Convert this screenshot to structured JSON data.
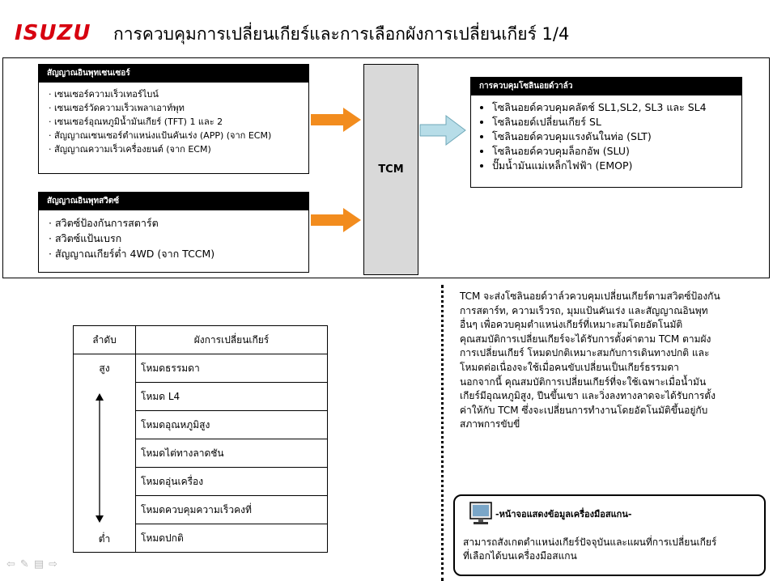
{
  "header": {
    "logo": "ISUZU",
    "title": "การควบคุมการเปลี่ยนเกียร์และการเลือกผังการเปลี่ยนเกียร์ 1/4"
  },
  "diagram": {
    "sensor_box": {
      "title": "สัญญาณอินพุทเซนเซอร์",
      "items": [
        "เซนเซอร์ความเร็วเทอร์ไบน์",
        "เซนเซอร์วัดความเร็วเพลาเอาท์พุท",
        "เซนเซอร์อุณหภูมิน้ำมันเกียร์ (TFT) 1 และ 2",
        "สัญญาณเซนเซอร์ตำแหน่งแป้นคันเร่ง (APP) (จาก ECM)",
        "สัญญาณความเร็วเครื่องยนต์ (จาก ECM)"
      ]
    },
    "switch_box": {
      "title": "สัญญาณอินพุทสวิตซ์",
      "items": [
        "สวิตซ์ป้องกันการสตาร์ต",
        "สวิตซ์แป้นเบรก",
        "สัญญาณเกียร์ต่ำ 4WD (จาก TCCM)"
      ]
    },
    "tcm_label": "TCM",
    "solenoid_box": {
      "title": "การควบคุมโซลินอยด์วาล์ว",
      "items": [
        "โซลินอยด์ควบคุมคลัตช์ SL1,SL2, SL3 และ SL4",
        "โซลินอยด์เปลี่ยนเกียร์ SL",
        "โซลินอยด์ควบคุมแรงดันในท่อ (SLT)",
        "โซลินอยด์ควบคุมล็อกอัพ (SLU)",
        "ปั๊มน้ำมันแม่เหล็กไฟฟ้า (EMOP)"
      ]
    },
    "colors": {
      "input_arrow": "#f28c1e",
      "output_arrow": "#b7dde8",
      "tcm_fill": "#d9d9d9"
    }
  },
  "shift_table": {
    "headers": [
      "ลำดับ",
      "ผังการเปลี่ยนเกียร์"
    ],
    "priority_high": "สูง",
    "priority_low": "ต่ำ",
    "rows": [
      "โหมดธรรมดา",
      "โหมด L4",
      "โหมดอุณหภูมิสูง",
      "โหมดไต่ทางลาดชัน",
      "โหมดอุ่นเครื่อง",
      "โหมดควบคุมความเร็วคงที่",
      "โหมดปกติ"
    ]
  },
  "description": {
    "lines": [
      "TCM จะส่งโซลินอยด์วาล์วควบคุมเปลี่ยนเกียร์ตามสวิตซ์ป้องกัน",
      "การสตาร์ท, ความเร็วรถ, มุมแป้นคันเร่ง และสัญญาณอินพุท",
      "อื่นๆ เพื่อควบคุมตำแหน่งเกียร์ที่เหมาะสมโดยอัตโนมัติ",
      "คุณสมบัติการเปลี่ยนเกียร์จะได้รับการตั้งค่าตาม TCM ตามผัง",
      "การเปลี่ยนเกียร์ โหมดปกติเหมาะสมกับการเดินทางปกติ และ",
      "โหมดต่อเนื่องจะใช้เมื่อคนขับเปลี่ยนเป็นเกียร์ธรรมดา",
      "นอกจากนี้ คุณสมบัติการเปลี่ยนเกียร์ที่จะใช้เฉพาะเมื่อน้ำมัน",
      "เกียร์มีอุณหภูมิสูง, ปีนขึ้นเขา และวิ่งลงทางลาดจะได้รับการตั้ง",
      "ค่าให้กับ TCM  ซึ่งจะเปลี่ยนการทำงานโดยอัตโนมัติขึ้นอยู่กับ",
      "สภาพการขับขี่"
    ]
  },
  "scan_tool": {
    "heading": "-หน้าจอแสดงข้อมูลเครื่องมือสแกน-",
    "lines": [
      "สามารถสังเกตตำแหน่งเกียร์ปัจจุบันและแผนที่การเปลี่ยนเกียร์",
      "ที่เลือกได้บนเครื่องมือสแกน"
    ]
  }
}
